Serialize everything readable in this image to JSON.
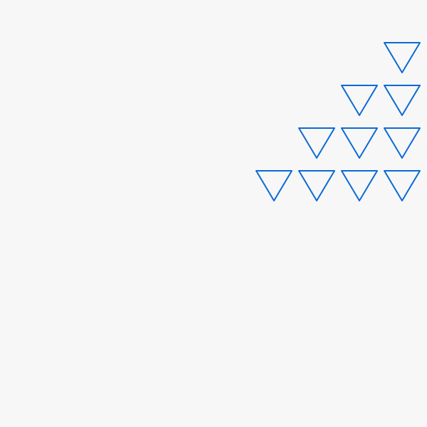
{
  "canvas": {
    "background_color": "#f7f7f7",
    "shape": "triangle-down-outline-icon",
    "stroke_color": "#0a6ad6",
    "fill": "none"
  },
  "pattern": {
    "layout": "staircase",
    "anchor": "top-right",
    "rows": [
      1,
      2,
      3,
      4
    ]
  }
}
